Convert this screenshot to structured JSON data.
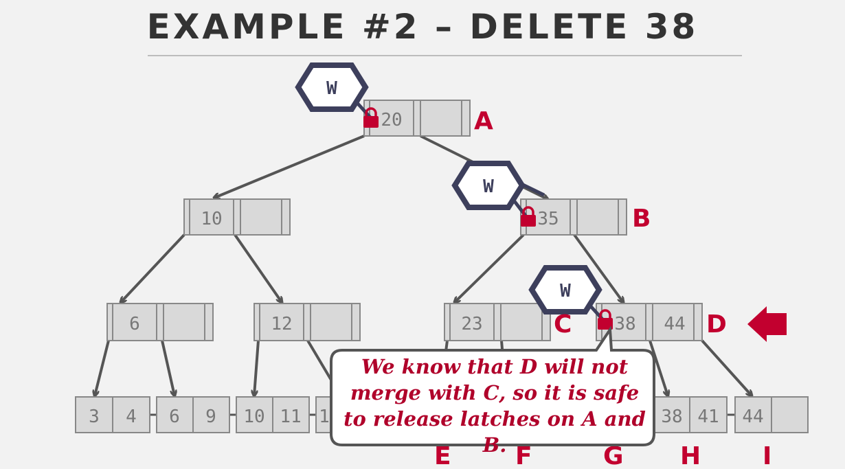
{
  "title": "EXAMPLE #2 – DELETE 38",
  "node_labels": [
    "A",
    "B",
    "C",
    "D",
    "E",
    "F",
    "G",
    "H",
    "I"
  ],
  "latch_mode": [
    "W",
    "W",
    "W"
  ],
  "nodes": {
    "A": [
      "20",
      ""
    ],
    "B": [
      "35",
      ""
    ],
    "n10": [
      "10",
      ""
    ],
    "n6": [
      "6",
      ""
    ],
    "n12": [
      "12",
      ""
    ],
    "C": [
      "23",
      ""
    ],
    "D": [
      "38",
      "44"
    ]
  },
  "leaves": [
    [
      "3",
      "4"
    ],
    [
      "6",
      "9"
    ],
    [
      "10",
      "11"
    ],
    [
      "1"
    ],
    [
      "38",
      "41"
    ],
    [
      "44",
      ""
    ]
  ],
  "callout": "We know that D will not merge with C, so it is safe to release latches on A and B.",
  "colors": {
    "accent": "#c2002f",
    "latch": "#3d3f5c",
    "edge": "#555555",
    "node": "#d9d9d9"
  },
  "icons": [
    "lock-icon",
    "arrow-left-icon"
  ]
}
